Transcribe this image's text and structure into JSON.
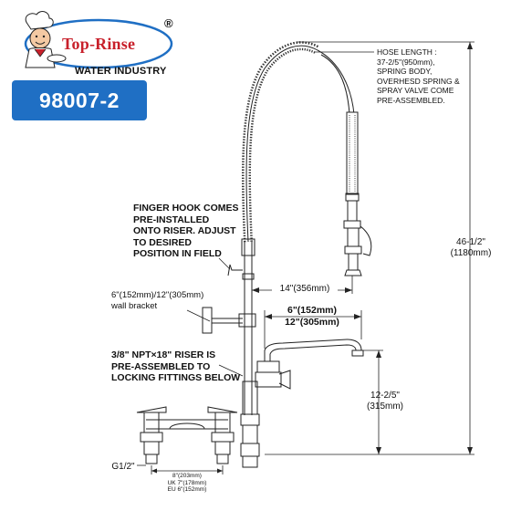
{
  "logo": {
    "brand": "Top-Rinse",
    "registered": "®",
    "subtitle": "WATER INDUSTRY"
  },
  "model": {
    "number": "98007-2",
    "box_color": "#1f6fc4",
    "brand_color": "#c8202b"
  },
  "annotations": {
    "hose_length": "HOSE LENGTH :\n37-2/5\"(950mm),\nSPRING BODY,\nOVERHESD SPRING &\nSPRAY VALVE COME\nPRE-ASSEMBLED.",
    "finger_hook": "FINGER HOOK COMES\nPRE-INSTALLED\nONTO RISER. ADJUST\nTO DESIRED\nPOSITION IN FIELD",
    "wall_bracket": "6\"(152mm)/12\"(305mm)\nwall bracket",
    "riser": "3/8\" NPT×18\" RISER IS\nPRE-ASSEMBLED TO\nLOCKING FITTINGS BELOW"
  },
  "dimensions": {
    "overall_height": "46-1/2\"\n(1180mm)",
    "spout_offset": "14\"(356mm)",
    "spout_length": "6\"(152mm)\n12\"(305mm)",
    "spout_height": "12-2/5\"\n(315mm)",
    "inlet": "G1/2\"",
    "centers": "8\"(203mm)\nUK 7\"(178mm)\nEU 6\"(152mm)"
  }
}
